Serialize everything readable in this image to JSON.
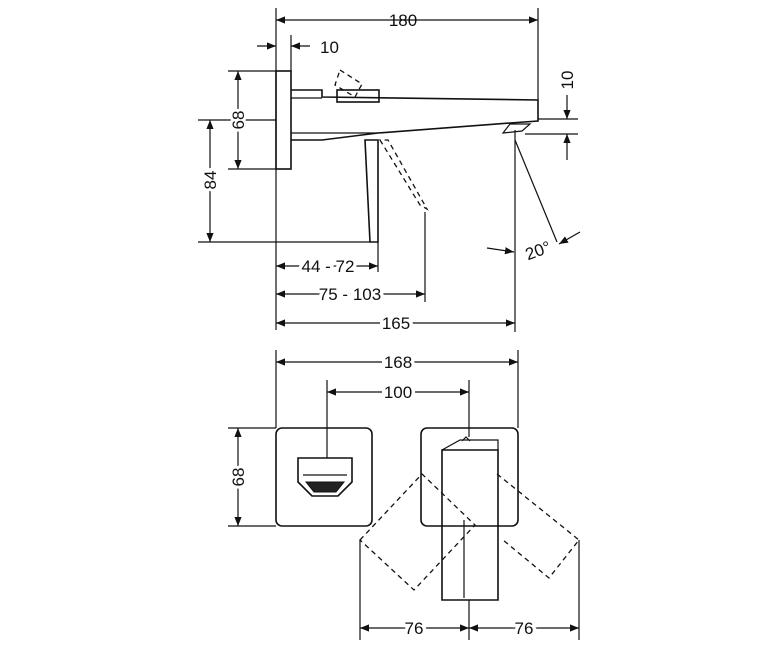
{
  "drawing": {
    "top_view": {
      "dim_overall_length": "180",
      "dim_plate_thickness": "10",
      "dim_spout_height": "10",
      "dim_plate_height": "68",
      "dim_handle_height": "84",
      "dim_handle_range_1": "44 - 72",
      "dim_handle_range_2": "75 - 103",
      "dim_spout_reach": "165",
      "dim_spout_angle": "20°"
    },
    "front_view": {
      "dim_overall_width": "168",
      "dim_center_distance": "100",
      "dim_plate_height": "68",
      "dim_swing_left": "76",
      "dim_swing_right": "76"
    }
  }
}
